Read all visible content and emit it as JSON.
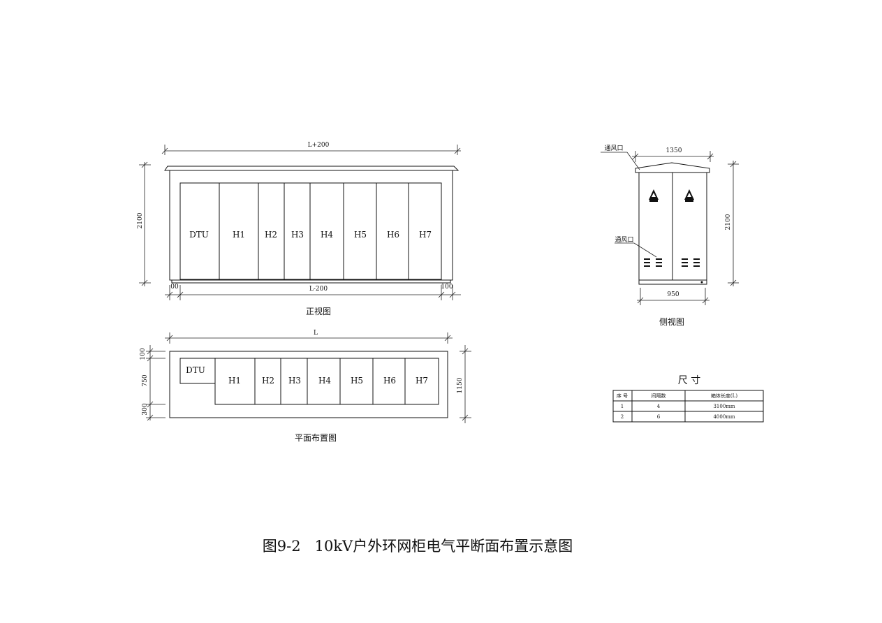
{
  "caption": "图9-2   10kV户外环网柜电气平断面布置示意图",
  "front_view": {
    "title": "正视图",
    "dim_top": "L+200",
    "dim_height": "2100",
    "dim_bottom": "L-200",
    "dim_left_small": "00",
    "dim_right_small": "100",
    "cabinets": [
      "DTU",
      "H1",
      "H2",
      "H3",
      "H4",
      "H5",
      "H6",
      "H7"
    ]
  },
  "plan_view": {
    "title": "平面布置图",
    "dim_top": "L",
    "dim_left": [
      "100",
      "750",
      "300"
    ],
    "dim_right": "1150",
    "cabinets": [
      "DTU",
      "H1",
      "H2",
      "H3",
      "H4",
      "H5",
      "H6",
      "H7"
    ]
  },
  "side_view": {
    "title": "侧视图",
    "dim_top": "1350",
    "dim_bottom": "950",
    "dim_right": "2100",
    "label_vent_top": "通风口",
    "label_vent_mid": "通风口"
  },
  "size_table": {
    "title": "尺    寸",
    "headers": [
      "序 号",
      "间隔数",
      "箱体长度(L)"
    ],
    "rows": [
      [
        "1",
        "4",
        "3100mm"
      ],
      [
        "2",
        "6",
        "4000mm"
      ]
    ]
  }
}
